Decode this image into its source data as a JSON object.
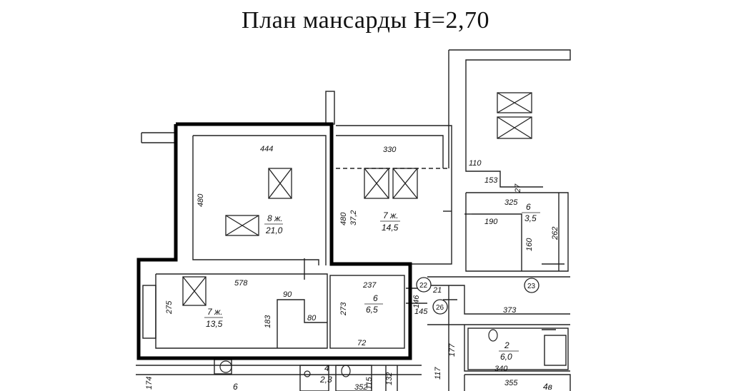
{
  "title": "План мансарды H=2,70",
  "dimensions": {
    "d444": "444",
    "d330": "330",
    "d480a": "480",
    "d480b": "480",
    "d372": "37,2",
    "d110": "110",
    "d153": "153",
    "d325": "325",
    "d27": "27",
    "d190": "190",
    "d160": "160",
    "d262": "262",
    "d578": "578",
    "d237": "237",
    "d275": "275",
    "d90": "90",
    "d183": "183",
    "d80": "80",
    "d273": "273",
    "d146": "146",
    "d21": "21",
    "d145": "145",
    "d373": "373",
    "d177": "177",
    "d117": "117",
    "d340": "340",
    "d355": "355",
    "d174": "174",
    "d132": "132",
    "d352": "352",
    "d115": "115",
    "d2": "2",
    "d72": "72"
  },
  "rooms": [
    {
      "num": "8 ж.",
      "area": "21,0"
    },
    {
      "num": "7 ж.",
      "area": "14,5"
    },
    {
      "num": "6",
      "area": "3,5"
    },
    {
      "num": "7 ж.",
      "area": "13,5"
    },
    {
      "num": "6",
      "area": "6,5"
    },
    {
      "num": "2",
      "area": "6,0"
    },
    {
      "num": "4",
      "area": "2,3"
    },
    {
      "num": "6",
      "area": ""
    },
    {
      "num": "4в",
      "area": ""
    }
  ],
  "markers": {
    "m22": "22",
    "m23": "23",
    "m26": "26"
  }
}
